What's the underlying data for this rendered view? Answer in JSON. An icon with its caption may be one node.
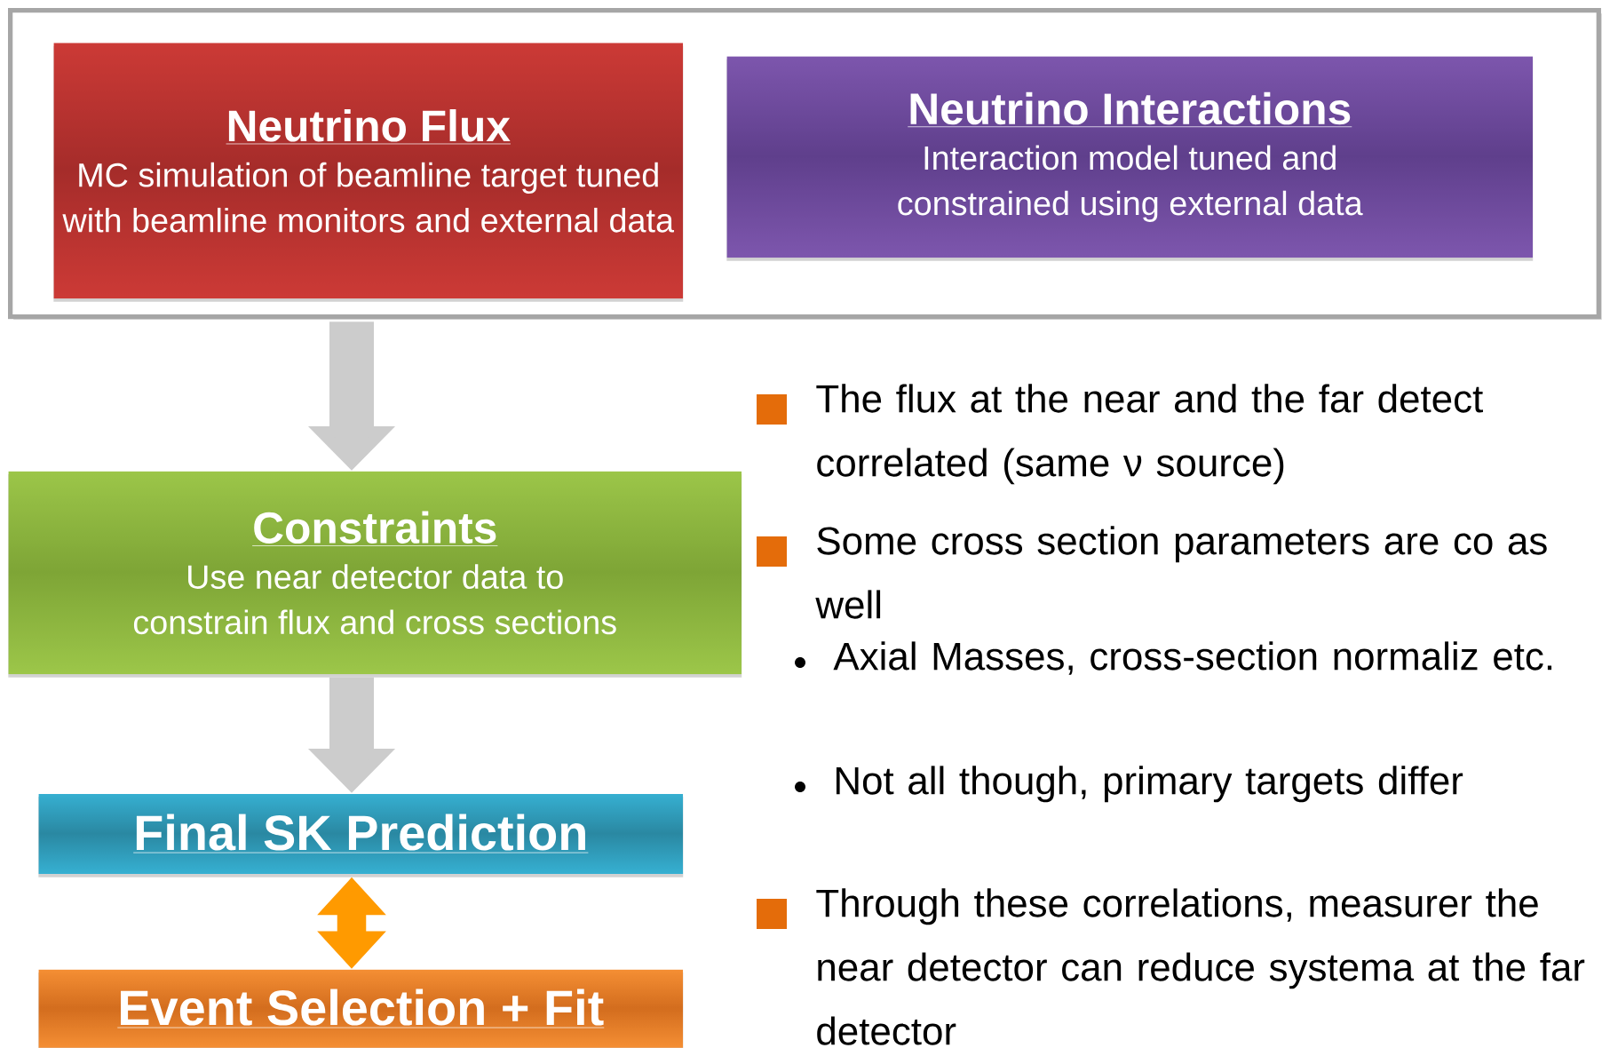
{
  "diagram": {
    "nodes": [
      {
        "text": [],
        "shape": "box"
      },
      {
        "text": [
          "Neutrino Flux",
          "MC simulation of beamline target tuned with beamline monitors and external data"
        ],
        "in": 0
      },
      {
        "text": [
          "Neutrino Interactions",
          "Interaction model tuned and constrained using external data"
        ],
        "in": 0
      },
      {
        "text": [
          "Constraints",
          "Use near detector data to constrain flux and cross sections"
        ]
      },
      {
        "text": [
          "Final SK Prediction"
        ]
      },
      {
        "text": [
          "Event Selection + Fit"
        ]
      }
    ],
    "edges": [
      {
        "from": 0,
        "to": 3,
        "arrow": "to"
      },
      {
        "from": 3,
        "to": 4,
        "arrow": "to"
      },
      {
        "from": 4,
        "to": 5,
        "arrow": "both",
        "color": "#ff9a00"
      }
    ],
    "labels": [
      "The flux at the near and the far detect correlated (same ν source)",
      "Some cross section parameters are co as well",
      "Axial Masses, cross-section normaliz etc.",
      "Not all though, primary targets differ",
      "Through these correlations, measurer the near detector can reduce systema at the far detector"
    ]
  }
}
